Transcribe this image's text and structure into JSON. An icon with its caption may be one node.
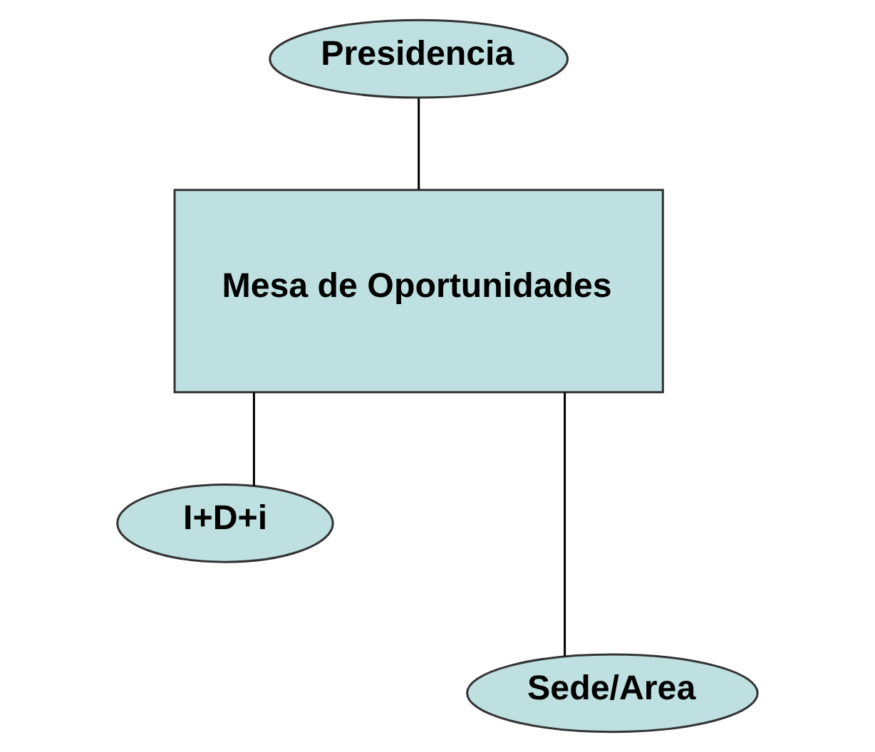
{
  "diagram": {
    "nodes": [
      {
        "text": [
          "Presidencia"
        ]
      },
      {
        "text": [
          "Mesa de Oportunidades"
        ]
      },
      {
        "text": [
          "I+D+i"
        ]
      },
      {
        "text": [
          "Sede/Area"
        ]
      }
    ],
    "edges": [
      {
        "from": 0,
        "to": 1,
        "arrow": "none"
      },
      {
        "from": 1,
        "to": 2,
        "arrow": "none"
      },
      {
        "from": 1,
        "to": 3,
        "arrow": "none"
      }
    ]
  }
}
